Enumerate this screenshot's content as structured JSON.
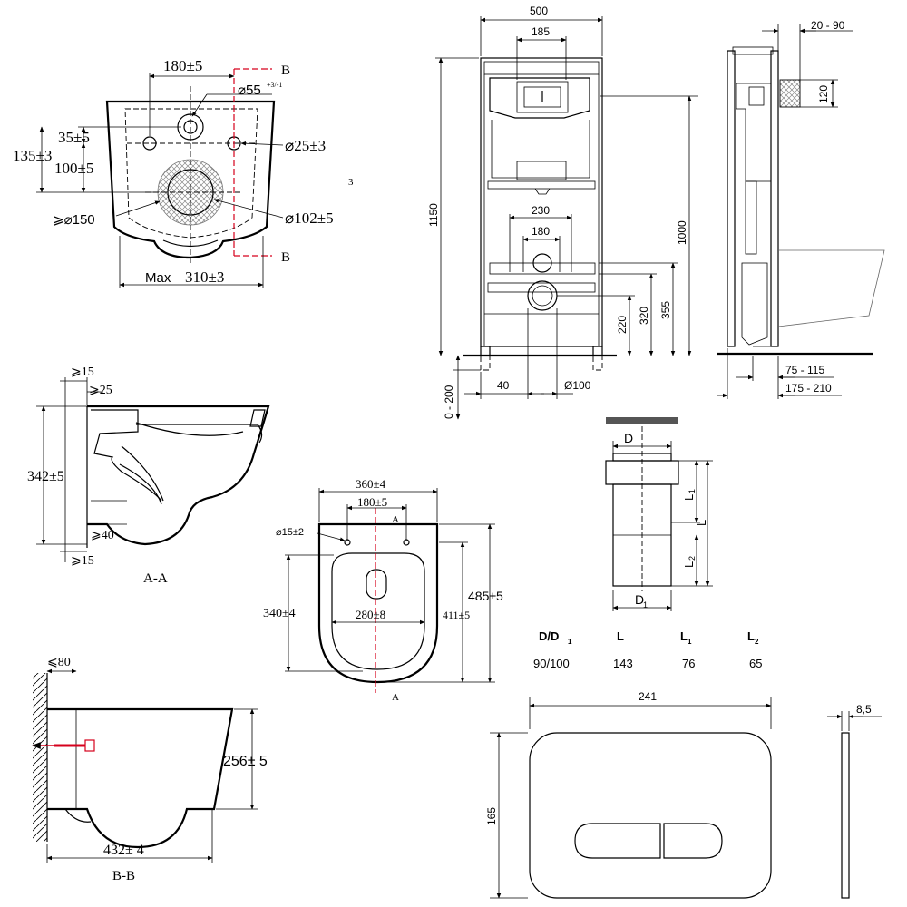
{
  "colors": {
    "line": "#000000",
    "section_line": "#d6001c",
    "bolt": "#d6001c",
    "hatch": "#888888"
  },
  "top_view": {
    "dim_180": "180±5",
    "section_marker": "B",
    "dim_55": "⌀55",
    "dim_55_tol": "+3/-1",
    "dim_35": "35±5",
    "dim_135": "135±3",
    "dim_100": "100±5",
    "dim_25": "⌀25±3",
    "dim_150": "⩾⌀150",
    "dim_102": "⌀102±5",
    "dim_max_prefix": "Max",
    "dim_310": "310±3",
    "stray_mark": "3"
  },
  "frame_front": {
    "width": "500",
    "tank_width": "185",
    "height_total": "1150",
    "height_1000": "1000",
    "dim_230": "230",
    "dim_180": "180",
    "dim_355": "355",
    "dim_320": "320",
    "dim_220": "220",
    "leg_range": "0 - 200",
    "dim_40": "40",
    "pipe_dia": "Ø100"
  },
  "frame_side": {
    "dim_20_90": "20 - 90",
    "dim_120": "120",
    "dim_75_115": "75 - 115",
    "dim_175_210": "175 - 210"
  },
  "section_aa": {
    "label": "A-A",
    "dim_15_top": "⩾15",
    "dim_25": "⩾25",
    "dim_342": "342±5",
    "dim_40": "⩾40",
    "dim_15_bottom": "⩾15"
  },
  "plan_view": {
    "dim_360": "360±4",
    "dim_180": "180±5",
    "section_marker": "A",
    "dim_15": "⌀15±2",
    "dim_485": "485±5",
    "dim_340": "340±4",
    "dim_280": "280±8",
    "dim_411": "411±5"
  },
  "section_bb": {
    "label": "B-B",
    "dim_80": "⩽80",
    "dim_256": "256± 5",
    "dim_432": "432± 4"
  },
  "connector": {
    "label_D": "D",
    "label_D1": "D",
    "label_L": "L",
    "label_L1": "L",
    "label_L2": "L",
    "table": {
      "headers": [
        "D/D",
        "L",
        "L",
        "L"
      ],
      "header_subs": [
        "1",
        "",
        "1",
        "2"
      ],
      "row": [
        "90/100",
        "143",
        "76",
        "65"
      ]
    }
  },
  "flush_plate": {
    "width": "241",
    "height": "165",
    "thickness": "8,5"
  }
}
